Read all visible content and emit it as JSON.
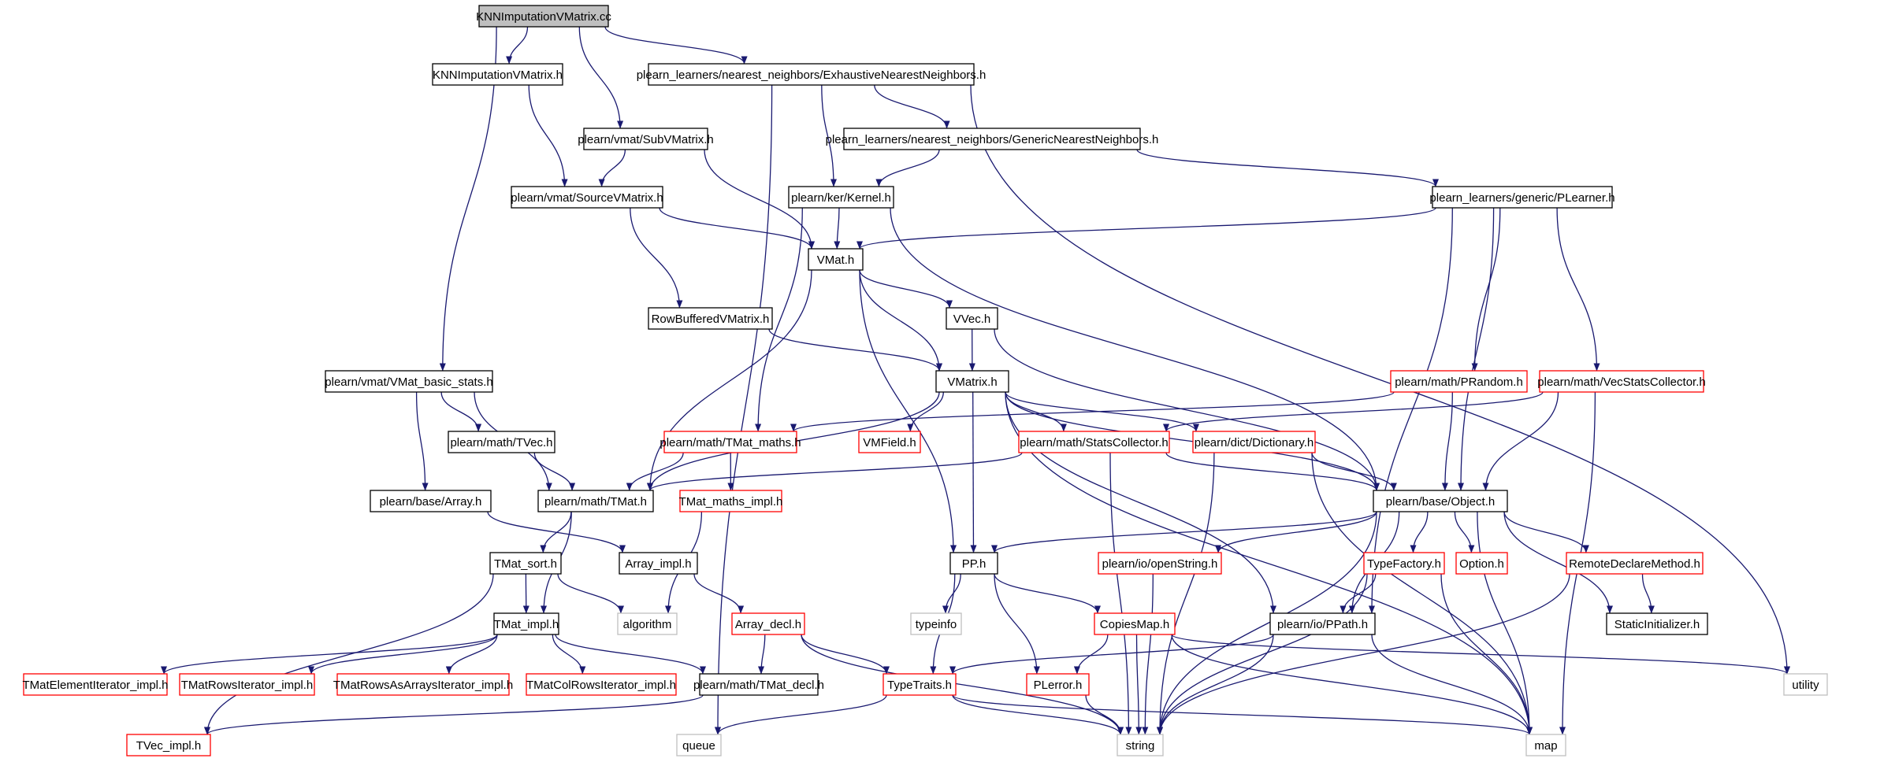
{
  "diagram": {
    "nodes": [
      {
        "id": "knn_cc",
        "label": "KNNImputationVMatrix.cc",
        "style": "root"
      },
      {
        "id": "knn_h",
        "label": "KNNImputationVMatrix.h",
        "style": "black"
      },
      {
        "id": "exh",
        "label": "plearn_learners/nearest_neighbors/ExhaustiveNearestNeighbors.h",
        "style": "black"
      },
      {
        "id": "subv",
        "label": "plearn/vmat/SubVMatrix.h",
        "style": "black"
      },
      {
        "id": "gen",
        "label": "plearn_learners/nearest_neighbors/GenericNearestNeighbors.h",
        "style": "black"
      },
      {
        "id": "srcv",
        "label": "plearn/vmat/SourceVMatrix.h",
        "style": "black"
      },
      {
        "id": "kernel",
        "label": "plearn/ker/Kernel.h",
        "style": "black"
      },
      {
        "id": "plearner",
        "label": "plearn_learners/generic/PLearner.h",
        "style": "black"
      },
      {
        "id": "vmat",
        "label": "VMat.h",
        "style": "black"
      },
      {
        "id": "rowbuf",
        "label": "RowBufferedVMatrix.h",
        "style": "black"
      },
      {
        "id": "vvec",
        "label": "VVec.h",
        "style": "black"
      },
      {
        "id": "vmatbs",
        "label": "plearn/vmat/VMat_basic_stats.h",
        "style": "black"
      },
      {
        "id": "vmatrix",
        "label": "VMatrix.h",
        "style": "black"
      },
      {
        "id": "prandom",
        "label": "plearn/math/PRandom.h",
        "style": "red"
      },
      {
        "id": "vecstats",
        "label": "plearn/math/VecStatsCollector.h",
        "style": "red"
      },
      {
        "id": "tvec",
        "label": "plearn/math/TVec.h",
        "style": "black"
      },
      {
        "id": "tmatmaths",
        "label": "plearn/math/TMat_maths.h",
        "style": "red"
      },
      {
        "id": "vmfield",
        "label": "VMField.h",
        "style": "red"
      },
      {
        "id": "statscol",
        "label": "plearn/math/StatsCollector.h",
        "style": "red"
      },
      {
        "id": "dict",
        "label": "plearn/dict/Dictionary.h",
        "style": "red"
      },
      {
        "id": "array",
        "label": "plearn/base/Array.h",
        "style": "black"
      },
      {
        "id": "tmat",
        "label": "plearn/math/TMat.h",
        "style": "black"
      },
      {
        "id": "tmatmathsimpl",
        "label": "TMat_maths_impl.h",
        "style": "red"
      },
      {
        "id": "object",
        "label": "plearn/base/Object.h",
        "style": "black"
      },
      {
        "id": "tmatsort",
        "label": "TMat_sort.h",
        "style": "black"
      },
      {
        "id": "arrayimpl",
        "label": "Array_impl.h",
        "style": "black"
      },
      {
        "id": "pp",
        "label": "PP.h",
        "style": "black"
      },
      {
        "id": "openstring",
        "label": "plearn/io/openString.h",
        "style": "red"
      },
      {
        "id": "typefactory",
        "label": "TypeFactory.h",
        "style": "red"
      },
      {
        "id": "option",
        "label": "Option.h",
        "style": "red"
      },
      {
        "id": "remotedecl",
        "label": "RemoteDeclareMethod.h",
        "style": "red"
      },
      {
        "id": "algorithm",
        "label": "algorithm",
        "style": "grey"
      },
      {
        "id": "typeinfo",
        "label": "typeinfo",
        "style": "grey"
      },
      {
        "id": "tmatimpl",
        "label": "TMat_impl.h",
        "style": "black"
      },
      {
        "id": "arraydecl",
        "label": "Array_decl.h",
        "style": "red"
      },
      {
        "id": "copiesmap",
        "label": "CopiesMap.h",
        "style": "red"
      },
      {
        "id": "ppath",
        "label": "plearn/io/PPath.h",
        "style": "black"
      },
      {
        "id": "staticinit",
        "label": "StaticInitializer.h",
        "style": "black"
      },
      {
        "id": "tmateltiter",
        "label": "TMatElementIterator_impl.h",
        "style": "red"
      },
      {
        "id": "tmatrowsiter",
        "label": "TMatRowsIterator_impl.h",
        "style": "red"
      },
      {
        "id": "tmatrowsarr",
        "label": "TMatRowsAsArraysIterator_impl.h",
        "style": "red"
      },
      {
        "id": "tmatcolrows",
        "label": "TMatColRowsIterator_impl.h",
        "style": "red"
      },
      {
        "id": "tmatdecl",
        "label": "plearn/math/TMat_decl.h",
        "style": "black"
      },
      {
        "id": "typetraits",
        "label": "TypeTraits.h",
        "style": "red"
      },
      {
        "id": "perror",
        "label": "PLerror.h",
        "style": "red"
      },
      {
        "id": "utility",
        "label": "utility",
        "style": "grey"
      },
      {
        "id": "tvecimpl",
        "label": "TVec_impl.h",
        "style": "red"
      },
      {
        "id": "queue",
        "label": "queue",
        "style": "grey"
      },
      {
        "id": "string",
        "label": "string",
        "style": "grey"
      },
      {
        "id": "map",
        "label": "map",
        "style": "grey"
      }
    ],
    "edges": [
      [
        "knn_cc",
        "knn_h"
      ],
      [
        "knn_cc",
        "exh"
      ],
      [
        "knn_cc",
        "subv"
      ],
      [
        "knn_cc",
        "vmatbs"
      ],
      [
        "knn_h",
        "srcv"
      ],
      [
        "exh",
        "gen"
      ],
      [
        "exh",
        "kernel"
      ],
      [
        "exh",
        "queue"
      ],
      [
        "exh",
        "utility"
      ],
      [
        "subv",
        "srcv"
      ],
      [
        "subv",
        "vmat"
      ],
      [
        "gen",
        "kernel"
      ],
      [
        "gen",
        "plearner"
      ],
      [
        "srcv",
        "vmat"
      ],
      [
        "srcv",
        "rowbuf"
      ],
      [
        "kernel",
        "vmat"
      ],
      [
        "kernel",
        "tmatmaths"
      ],
      [
        "kernel",
        "object"
      ],
      [
        "plearner",
        "vmat"
      ],
      [
        "plearner",
        "prandom"
      ],
      [
        "plearner",
        "vecstats"
      ],
      [
        "plearner",
        "object"
      ],
      [
        "plearner",
        "ppath"
      ],
      [
        "vmat",
        "vvec"
      ],
      [
        "vmat",
        "vmatrix"
      ],
      [
        "vmat",
        "tmat"
      ],
      [
        "vmat",
        "pp"
      ],
      [
        "rowbuf",
        "vmatrix"
      ],
      [
        "vvec",
        "vmatrix"
      ],
      [
        "vvec",
        "object"
      ],
      [
        "vmatbs",
        "tvec"
      ],
      [
        "vmatbs",
        "array"
      ],
      [
        "vmatbs",
        "tmat"
      ],
      [
        "vmatrix",
        "tmat"
      ],
      [
        "vmatrix",
        "vmfield"
      ],
      [
        "vmatrix",
        "statscol"
      ],
      [
        "vmatrix",
        "dict"
      ],
      [
        "vmatrix",
        "object"
      ],
      [
        "vmatrix",
        "pp"
      ],
      [
        "vmatrix",
        "ppath"
      ],
      [
        "vmatrix",
        "map"
      ],
      [
        "prandom",
        "tmatmaths"
      ],
      [
        "prandom",
        "object"
      ],
      [
        "vecstats",
        "statscol"
      ],
      [
        "vecstats",
        "object"
      ],
      [
        "vecstats",
        "map"
      ],
      [
        "tvec",
        "tmat"
      ],
      [
        "tmatmaths",
        "tmat"
      ],
      [
        "tmatmaths",
        "tmatmathsimpl"
      ],
      [
        "statscol",
        "tmat"
      ],
      [
        "statscol",
        "object"
      ],
      [
        "statscol",
        "string"
      ],
      [
        "dict",
        "object"
      ],
      [
        "dict",
        "string"
      ],
      [
        "dict",
        "map"
      ],
      [
        "array",
        "arrayimpl"
      ],
      [
        "tmat",
        "tmatsort"
      ],
      [
        "tmat",
        "tmatimpl"
      ],
      [
        "tmatmathsimpl",
        "algorithm"
      ],
      [
        "object",
        "pp"
      ],
      [
        "object",
        "openstring"
      ],
      [
        "object",
        "typefactory"
      ],
      [
        "object",
        "option"
      ],
      [
        "object",
        "remotedecl"
      ],
      [
        "object",
        "staticinit"
      ],
      [
        "object",
        "ppath"
      ],
      [
        "object",
        "string"
      ],
      [
        "object",
        "map"
      ],
      [
        "tmatsort",
        "tmatimpl"
      ],
      [
        "tmatsort",
        "algorithm"
      ],
      [
        "tmatsort",
        "tvecimpl"
      ],
      [
        "arrayimpl",
        "arraydecl"
      ],
      [
        "pp",
        "typeinfo"
      ],
      [
        "pp",
        "copiesmap"
      ],
      [
        "pp",
        "typetraits"
      ],
      [
        "pp",
        "perror"
      ],
      [
        "openstring",
        "string"
      ],
      [
        "typefactory",
        "ppath"
      ],
      [
        "typefactory",
        "string"
      ],
      [
        "typefactory",
        "map"
      ],
      [
        "remotedecl",
        "staticinit"
      ],
      [
        "remotedecl",
        "string"
      ],
      [
        "tmatimpl",
        "tmateltiter"
      ],
      [
        "tmatimpl",
        "tmatrowsiter"
      ],
      [
        "tmatimpl",
        "tmatrowsarr"
      ],
      [
        "tmatimpl",
        "tmatcolrows"
      ],
      [
        "tmatimpl",
        "tmatdecl"
      ],
      [
        "arraydecl",
        "tmatdecl"
      ],
      [
        "arraydecl",
        "typetraits"
      ],
      [
        "arraydecl",
        "string"
      ],
      [
        "copiesmap",
        "perror"
      ],
      [
        "copiesmap",
        "string"
      ],
      [
        "copiesmap",
        "map"
      ],
      [
        "copiesmap",
        "utility"
      ],
      [
        "ppath",
        "typetraits"
      ],
      [
        "ppath",
        "string"
      ],
      [
        "ppath",
        "map"
      ],
      [
        "tmatdecl",
        "tvecimpl"
      ],
      [
        "typetraits",
        "queue"
      ],
      [
        "typetraits",
        "string"
      ],
      [
        "typetraits",
        "map"
      ],
      [
        "perror",
        "string"
      ]
    ]
  }
}
